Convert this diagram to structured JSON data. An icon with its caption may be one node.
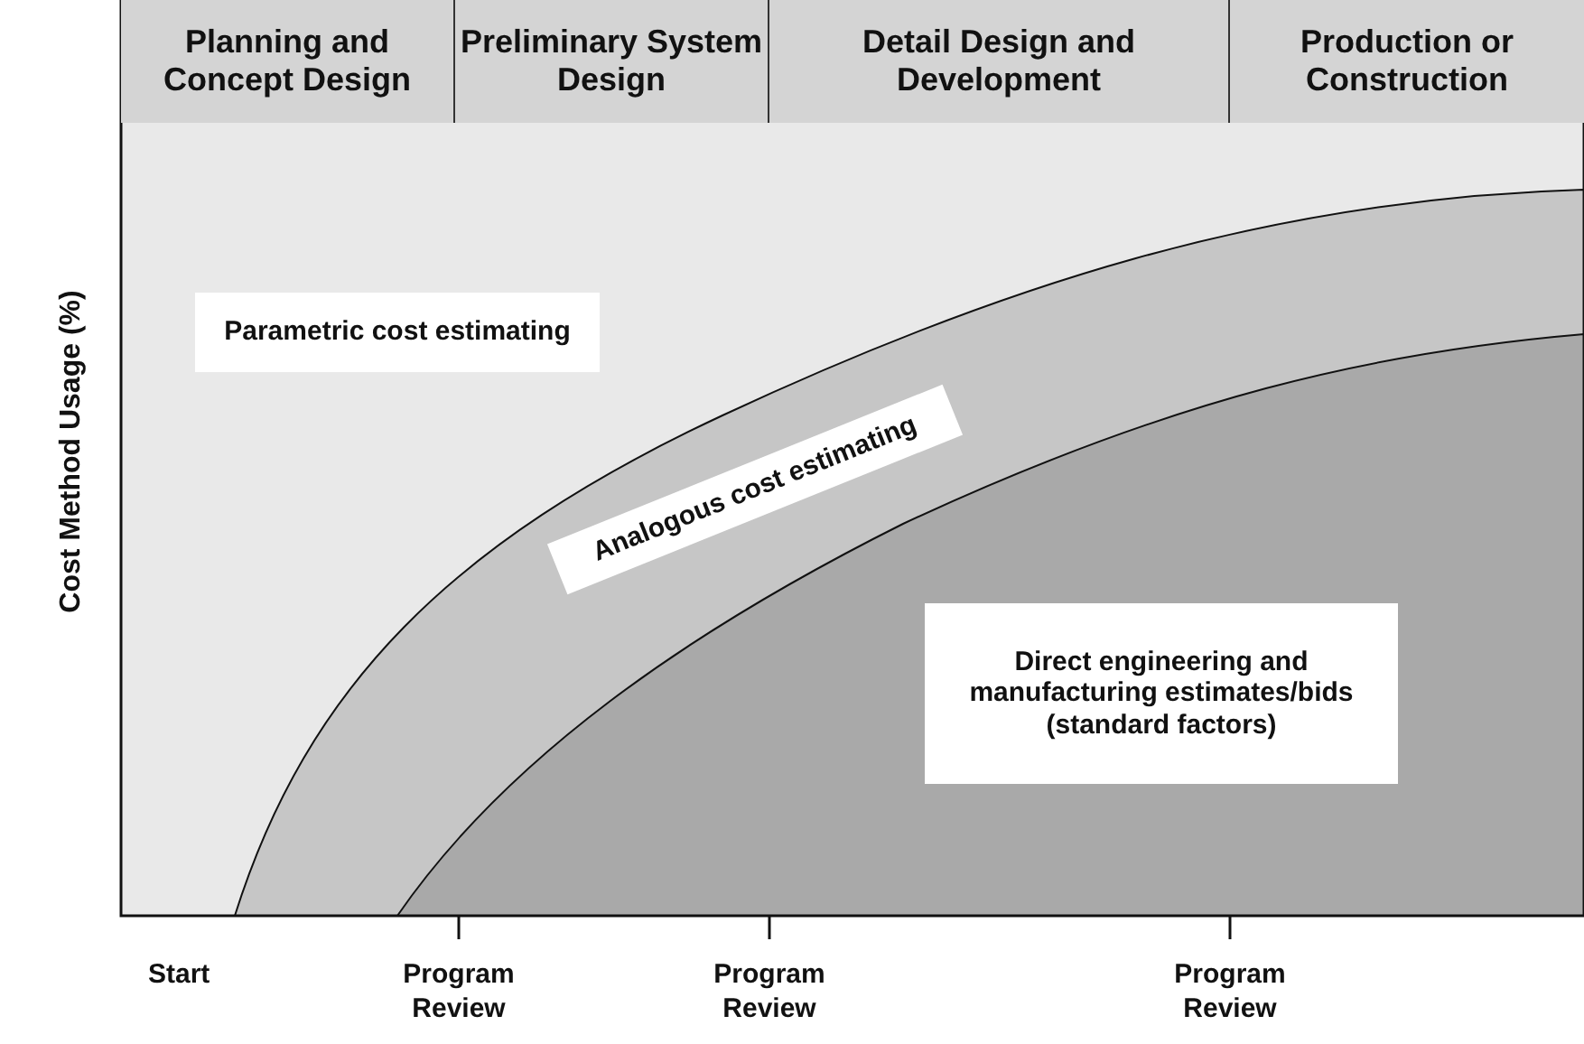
{
  "diagram": {
    "nodes": [
      {
        "text": [
          "Planning and Concept Design"
        ]
      },
      {
        "text": [
          "Preliminary System Design"
        ]
      },
      {
        "text": [
          "Detail Design and Development"
        ]
      },
      {
        "text": [
          "Production or Construction"
        ]
      },
      {
        "text": [
          "Parametric cost estimating"
        ]
      },
      {
        "text": [
          "Analogous cost estimating"
        ]
      },
      {
        "text": [
          "Direct engineering and manufacturing estimates/bids (standard factors)"
        ]
      }
    ],
    "labels": [
      "Cost Method Usage (%)",
      "Start",
      "Program Review",
      "Program Review",
      "Program Review"
    ]
  }
}
